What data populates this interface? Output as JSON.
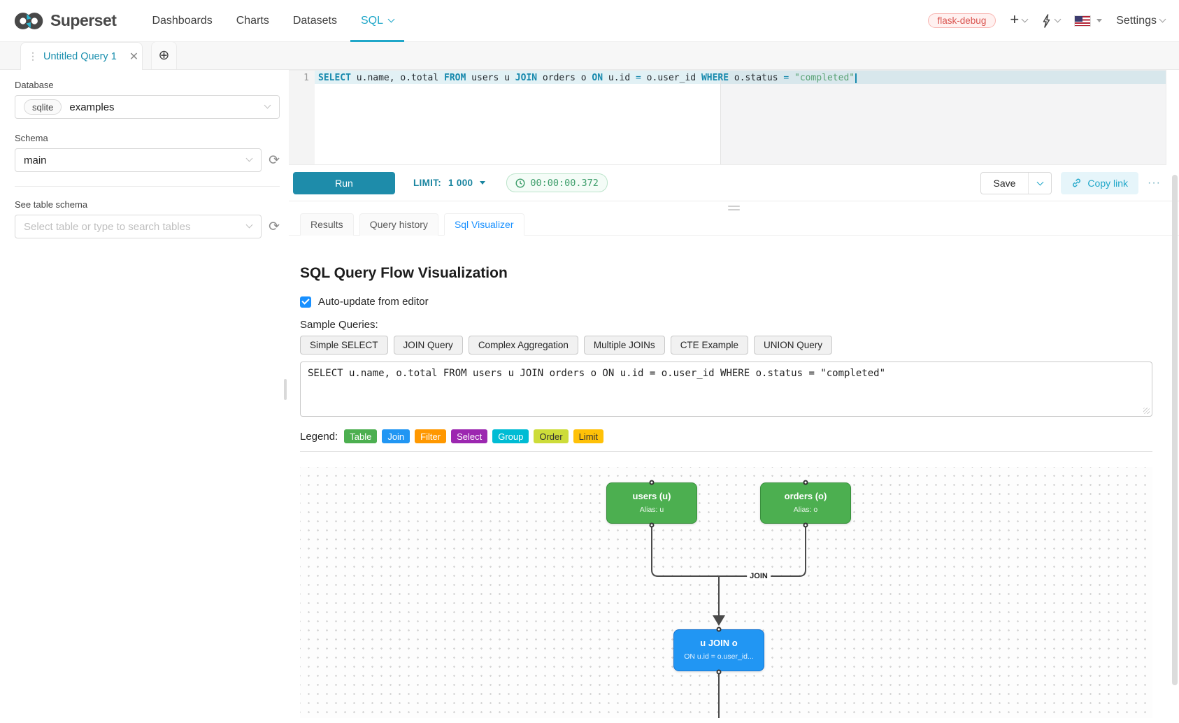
{
  "colors": {
    "primary_teal": "#20a7c9",
    "primary_dark_teal": "#1a85a0",
    "tab_active_blue": "#1890ff",
    "timer_green": "#3e9e6b",
    "env_badge_red": "#d9544f",
    "edge_gray": "#4a4a4a"
  },
  "navbar": {
    "brand": "Superset",
    "items": [
      {
        "label": "Dashboards"
      },
      {
        "label": "Charts"
      },
      {
        "label": "Datasets"
      },
      {
        "label": "SQL"
      }
    ],
    "env_badge": "flask-debug",
    "settings_label": "Settings"
  },
  "query_tab": {
    "title": "Untitled Query 1"
  },
  "sidebar": {
    "database_label": "Database",
    "database_engine": "sqlite",
    "database_value": "examples",
    "schema_label": "Schema",
    "schema_value": "main",
    "table_label": "See table schema",
    "table_placeholder": "Select table or type to search tables"
  },
  "editor": {
    "line_number": "1",
    "tokens": [
      {
        "t": "SELECT"
      },
      {
        "t": " u.name, o.total "
      },
      {
        "t": "FROM"
      },
      {
        "t": " users u "
      },
      {
        "t": "JOIN"
      },
      {
        "t": " orders o "
      },
      {
        "t": "ON"
      },
      {
        "t": " u.id "
      },
      {
        "t": "="
      },
      {
        "t": " o.user_id "
      },
      {
        "t": "WHERE"
      },
      {
        "t": " o.status "
      },
      {
        "t": "="
      },
      {
        "t": " "
      },
      {
        "t": "\"completed\""
      }
    ]
  },
  "toolbar": {
    "run_label": "Run",
    "limit_label": "LIMIT:",
    "limit_value": "1 000",
    "timer": "00:00:00.372",
    "save_label": "Save",
    "copy_link_label": "Copy link",
    "more_label": "···"
  },
  "result_tabs": [
    {
      "label": "Results"
    },
    {
      "label": "Query history"
    },
    {
      "label": "Sql Visualizer"
    }
  ],
  "visualizer": {
    "title": "SQL Query Flow Visualization",
    "auto_update_label": "Auto-update from editor",
    "auto_update_checked": true,
    "sample_queries_label": "Sample Queries:",
    "sample_buttons": [
      {
        "label": "Simple SELECT"
      },
      {
        "label": "JOIN Query"
      },
      {
        "label": "Complex Aggregation"
      },
      {
        "label": "Multiple JOINs"
      },
      {
        "label": "CTE Example"
      },
      {
        "label": "UNION Query"
      }
    ],
    "query_text": "SELECT u.name, o.total FROM users u JOIN orders o ON u.id = o.user_id WHERE o.status = \"completed\"",
    "legend_label": "Legend:",
    "legend": [
      {
        "label": "Table",
        "bg": "#4CAF50",
        "fg": "#ffffff"
      },
      {
        "label": "Join",
        "bg": "#2196F3",
        "fg": "#ffffff"
      },
      {
        "label": "Filter",
        "bg": "#FF9800",
        "fg": "#ffffff"
      },
      {
        "label": "Select",
        "bg": "#9C27B0",
        "fg": "#ffffff"
      },
      {
        "label": "Group",
        "bg": "#00BCD4",
        "fg": "#ffffff"
      },
      {
        "label": "Order",
        "bg": "#CDDC39",
        "fg": "#333333"
      },
      {
        "label": "Limit",
        "bg": "#FFC107",
        "fg": "#333333"
      }
    ],
    "flow": {
      "nodes": {
        "users": {
          "title": "users (u)",
          "subtitle": "Alias: u",
          "bg": "#4CAF50",
          "border": "#388E3C"
        },
        "orders": {
          "title": "orders (o)",
          "subtitle": "Alias: o",
          "bg": "#4CAF50",
          "border": "#388E3C"
        },
        "join": {
          "title": "u JOIN o",
          "subtitle": "ON u.id = o.user_id...",
          "bg": "#2196F3",
          "border": "#1976D2"
        }
      },
      "edge_label": "JOIN"
    }
  }
}
